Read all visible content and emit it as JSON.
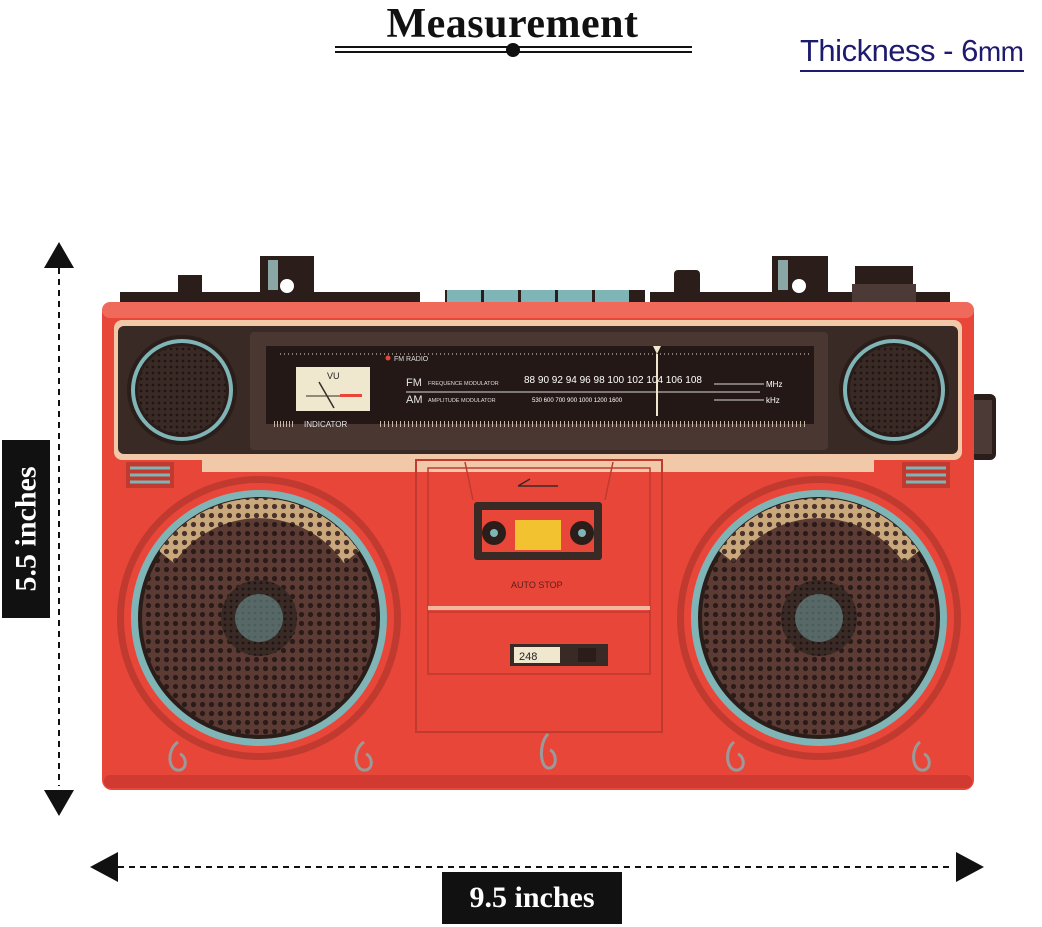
{
  "header": {
    "title": "Measurement"
  },
  "thickness": {
    "label": "Thickness - ",
    "value": "6",
    "unit": "mm"
  },
  "dimensions": {
    "height_label": "5.5 inches",
    "width_label": "9.5 inches"
  },
  "radio": {
    "fm_radio": "FM RADIO",
    "vu": "VU",
    "indicator": "INDICATOR",
    "fm": "FM",
    "am": "AM",
    "fm_desc": "FREQUENCE MODULATOR",
    "am_desc": "AMPLITUDE MODULATOR",
    "fm_scale": "88  90  92  94  96  98  100  102  104  106  108",
    "am_scale": "530     600     700  900     1000    1200   1600",
    "mhz": "MHz",
    "khz": "kHz",
    "auto_stop": "AUTO STOP",
    "counter": "248"
  },
  "colors": {
    "body": "#e9463a",
    "dark": "#3a2a26",
    "teal": "#7fb5b6",
    "tan": "#c9a87c",
    "accent_yellow": "#f2c230",
    "title_blue": "#1e1b6e"
  }
}
